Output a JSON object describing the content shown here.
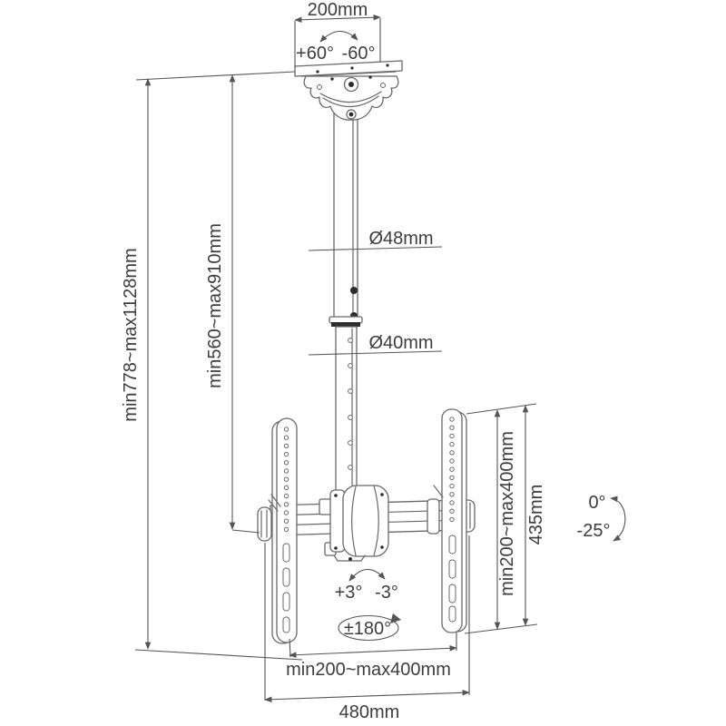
{
  "drawing": {
    "type": "technical-dimension-diagram",
    "subject": "telescopic ceiling TV mount",
    "colors": {
      "line": "#686868",
      "dimension_line": "#555555",
      "text": "#3d3d3d",
      "background": "#ffffff",
      "hardware_dark": "#2d2d2d"
    },
    "dimensions": {
      "ceiling_plate_width": "200mm",
      "swivel_left": "+60°",
      "swivel_right": "-60°",
      "upper_pole_diameter": "Ø48mm",
      "lower_pole_diameter": "Ø40mm",
      "overall_height_range": "min778~max1128mm",
      "pole_height_range": "min560~max910mm",
      "vesa_height_range": "min200~max400mm",
      "bracket_height": "435mm",
      "tilt_up": "0°",
      "tilt_down": "-25°",
      "level_adjust_left": "+3°",
      "level_adjust_right": "-3°",
      "rotation_range": "±180°",
      "vesa_width_range": "min200~max400mm",
      "crossbar_width": "480mm"
    }
  }
}
